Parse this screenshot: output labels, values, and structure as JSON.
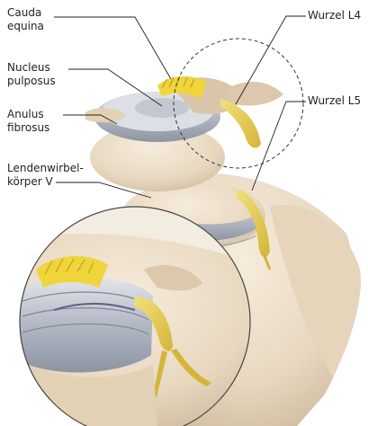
{
  "labels": {
    "cauda_equina": {
      "line1": "Cauda",
      "line2": "equina"
    },
    "nucleus_pulposus": {
      "line1": "Nucleus",
      "line2": "pulposus"
    },
    "anulus_fibrosus": {
      "line1": "Anulus",
      "line2": "fibrosus"
    },
    "lendenwirbelkoerper": {
      "line1": "Lendenwirbel-",
      "line2": "körper V"
    },
    "wurzel_l4": "Wurzel L4",
    "wurzel_l5": "Wurzel L5"
  },
  "colors": {
    "bone": "#eadcc7",
    "bone_shadow": "#cdb89d",
    "disc": "#b7bcc7",
    "disc_light": "#dadde4",
    "nerve": "#e9cf5d",
    "nerve_bright": "#f2dd2e",
    "leader": "#222222"
  }
}
